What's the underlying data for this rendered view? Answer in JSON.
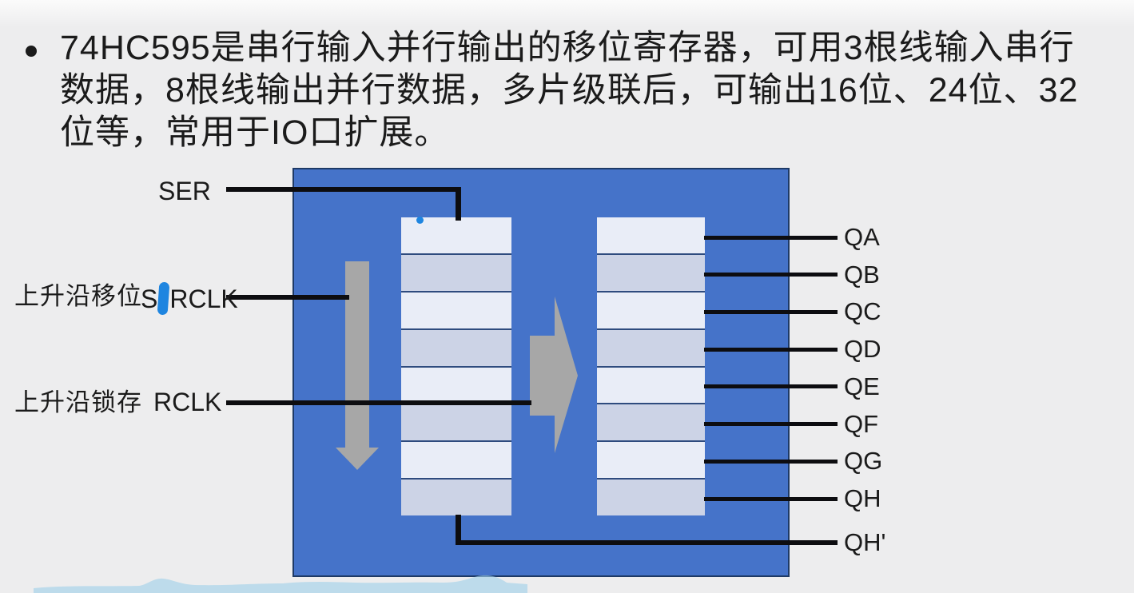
{
  "theme": {
    "background": "#ededee",
    "ink": "#1b1b1b",
    "chip_blue": "#4573c9",
    "chip_border": "#1e3a66",
    "cell_light": "#e9edf7",
    "cell_dark": "#ccd3e6",
    "cell_border": "#2e4b7e",
    "arrow_gray": "#a7a7a7",
    "wire_black": "#0d0d10",
    "pen_blue": "#1e85e0",
    "highlighter_blue": "#9fd0e8"
  },
  "bullet": {
    "symbol": "•",
    "lines": [
      "74HC595是串行输入并行输出的移位寄存器，可用3根线输入串行",
      "数据，8根线输出并行数据，多片级联后，可输出16位、24位、32",
      "位等，常用于IO口扩展。"
    ]
  },
  "diagram": {
    "inputs": {
      "ser": {
        "label": "SER"
      },
      "srclk": {
        "note": "上升沿移位",
        "prefix": "S",
        "suffix": "RCLK"
      },
      "rclk": {
        "note": "上升沿锁存",
        "label": "RCLK"
      }
    },
    "outputs": [
      "QA",
      "QB",
      "QC",
      "QD",
      "QE",
      "QF",
      "QG",
      "QH"
    ],
    "cascade_output": "QH'",
    "register": {
      "rows": 8,
      "stacks": 2
    }
  }
}
